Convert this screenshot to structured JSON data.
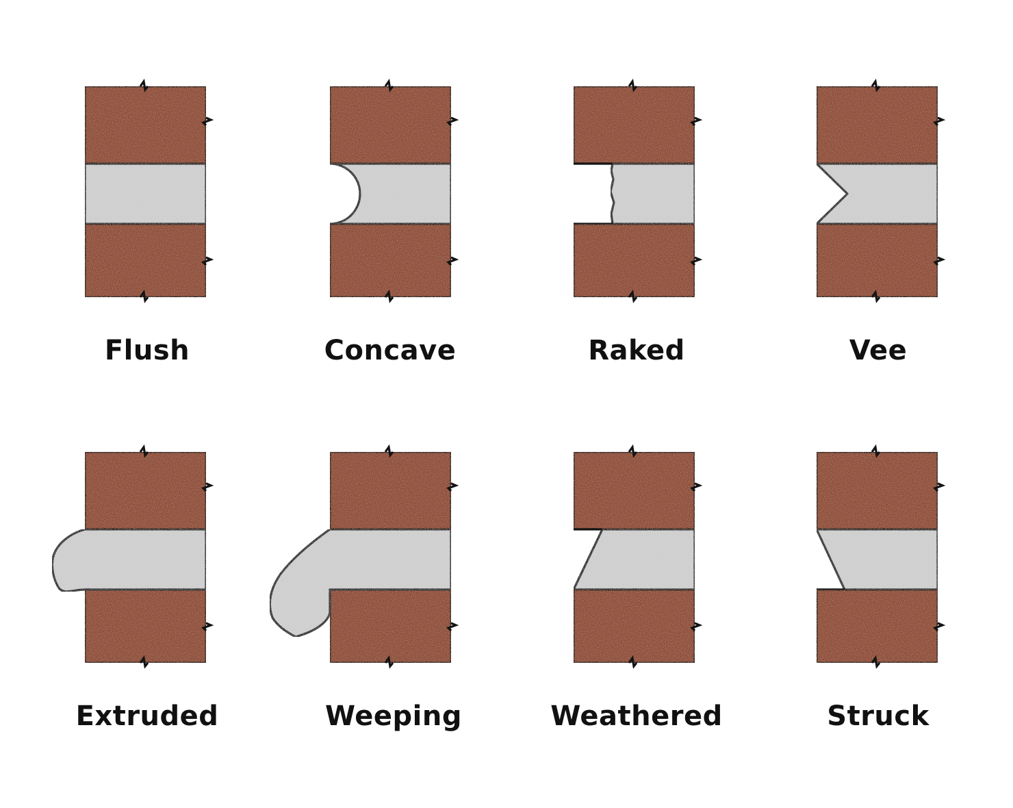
{
  "colors": {
    "brick": "#8a4a36",
    "mortar": "#cfcfcf",
    "outline": "#141414",
    "label": "#111111"
  },
  "joints": [
    {
      "id": "flush",
      "label": "Flush"
    },
    {
      "id": "concave",
      "label": "Concave"
    },
    {
      "id": "raked",
      "label": "Raked"
    },
    {
      "id": "vee",
      "label": "Vee"
    },
    {
      "id": "extruded",
      "label": "Extruded"
    },
    {
      "id": "weeping",
      "label": "Weeping"
    },
    {
      "id": "weathered",
      "label": "Weathered"
    },
    {
      "id": "struck",
      "label": "Struck"
    }
  ]
}
